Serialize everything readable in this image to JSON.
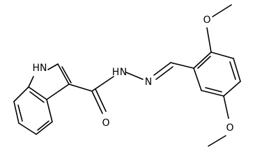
{
  "molecule": {
    "atom_labels": {
      "indole_nh": "HN",
      "carbonyl_o": "O",
      "hydrazide_nh": "N",
      "hydrazide_h": "H",
      "imine_n": "N",
      "methoxy_top_o": "O",
      "methoxy_bottom_o": "O"
    }
  }
}
